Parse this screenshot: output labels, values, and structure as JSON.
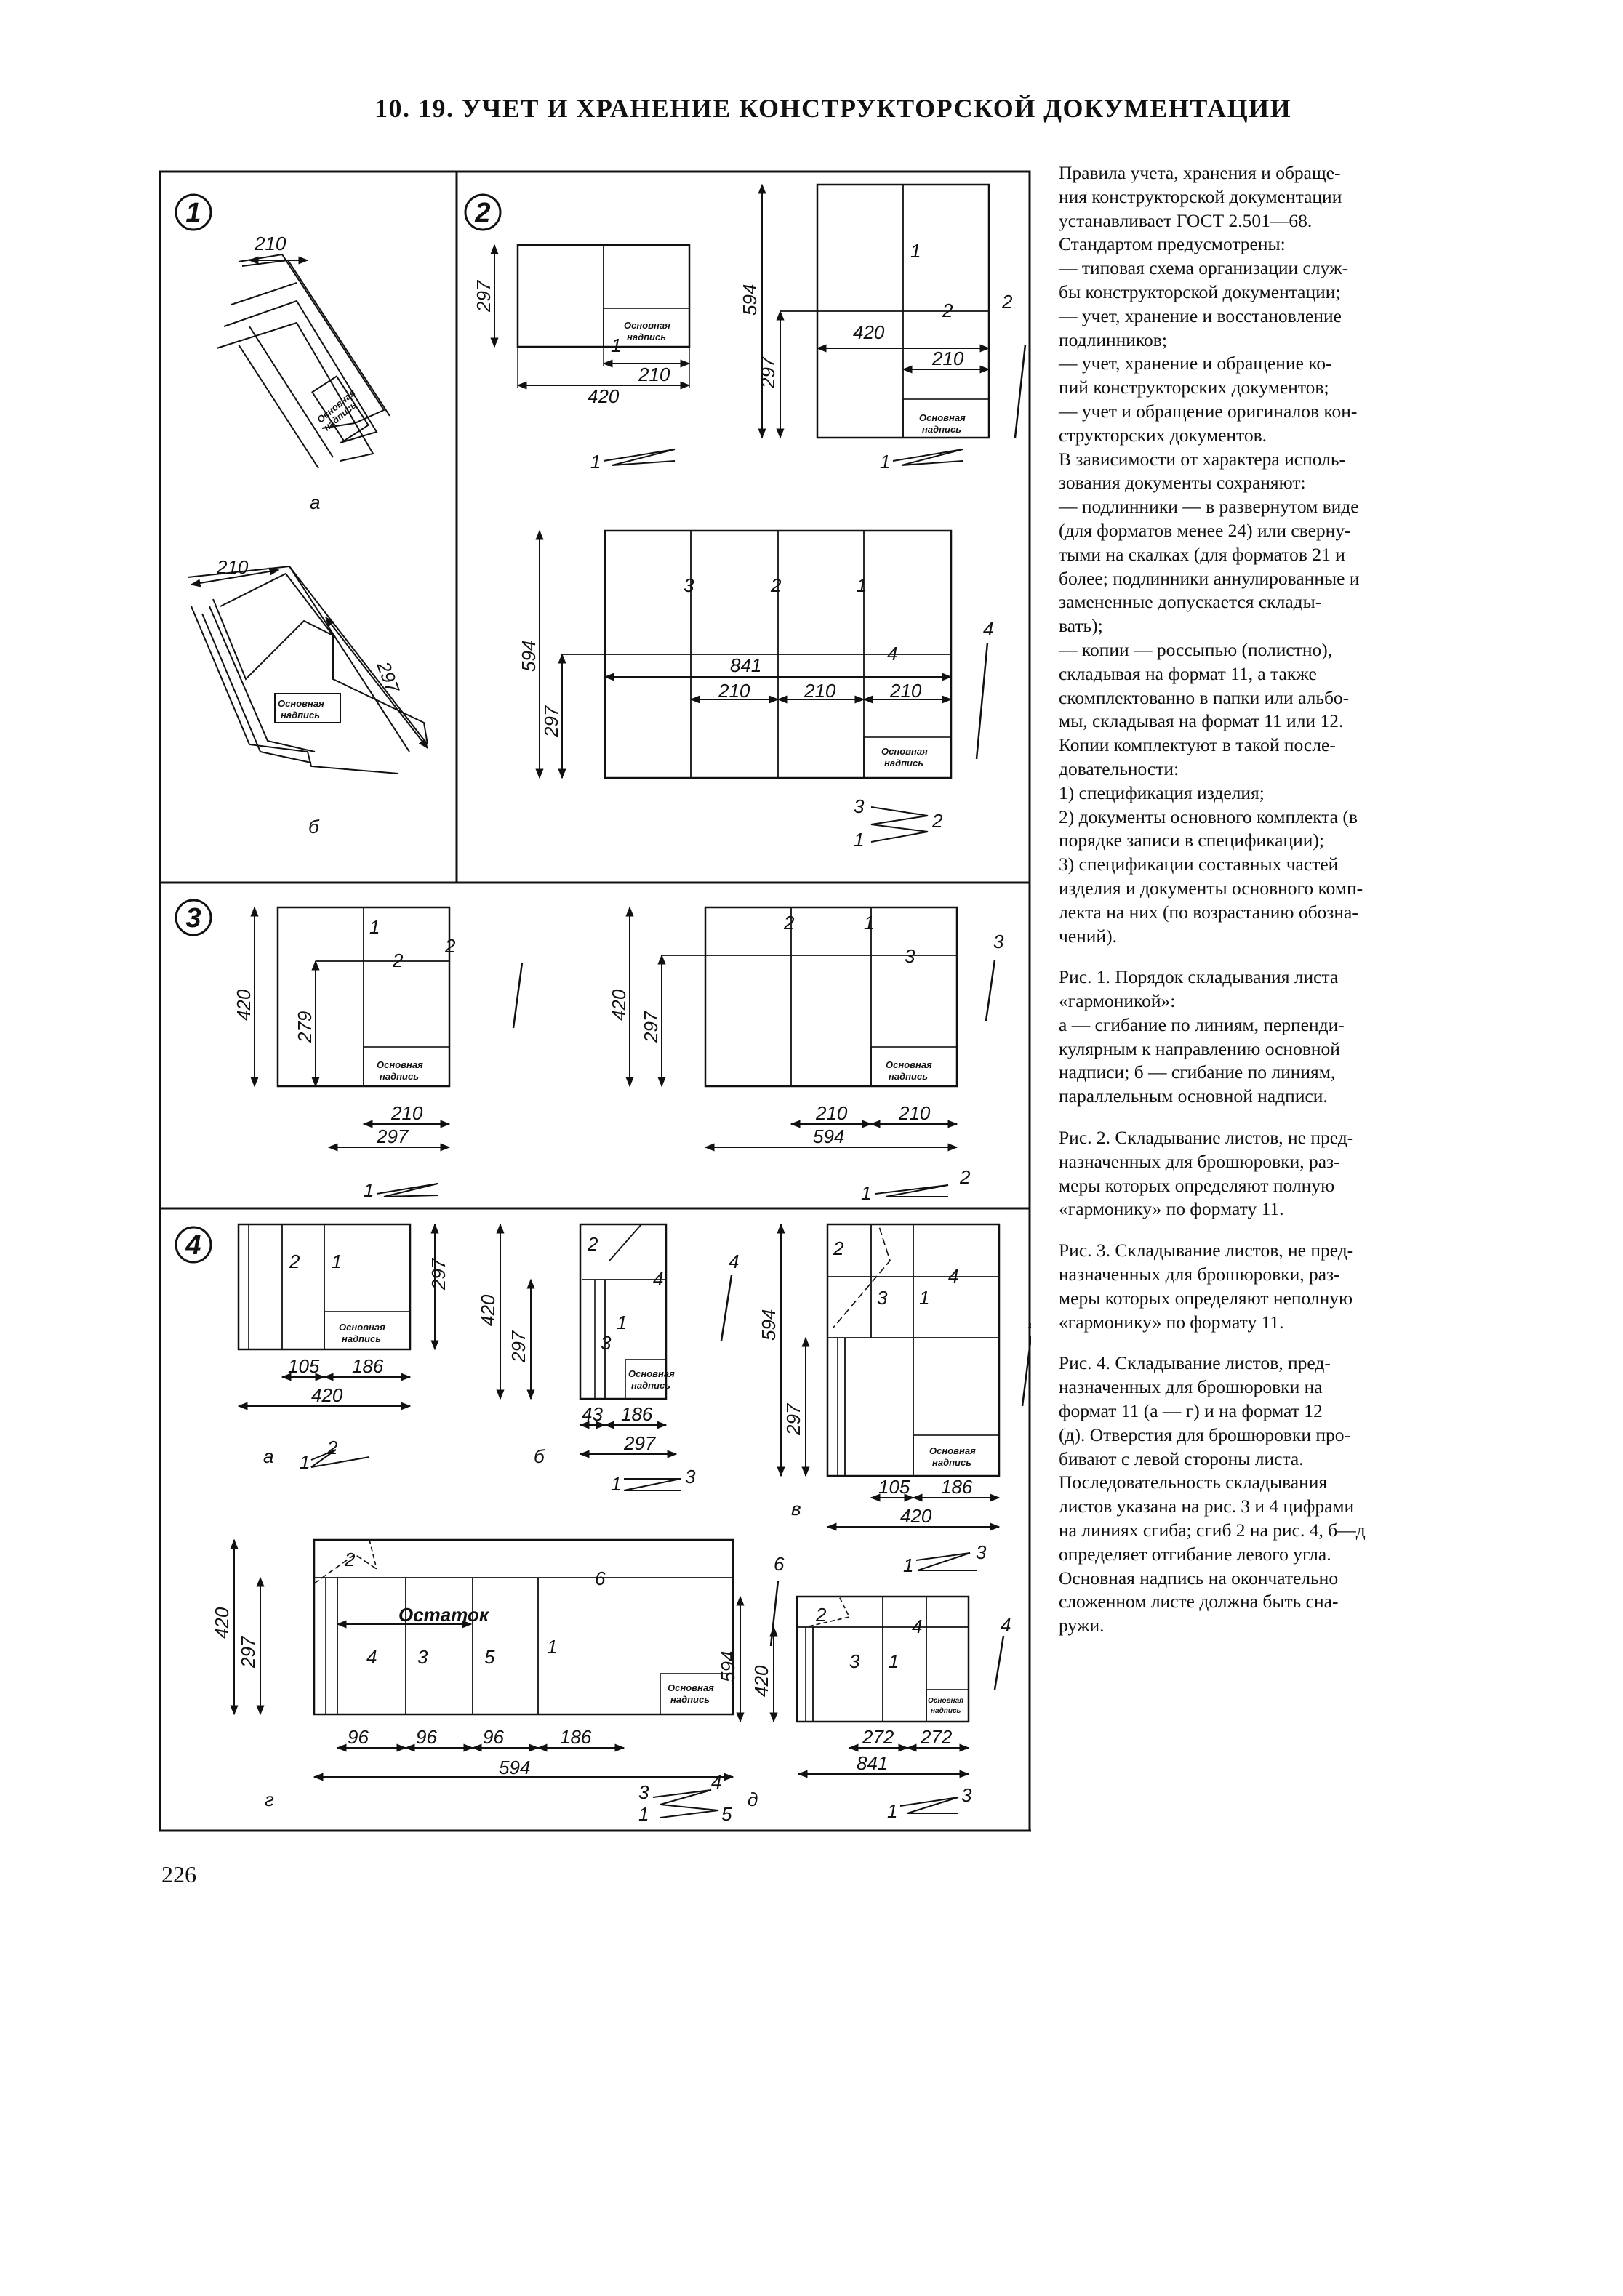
{
  "header": {
    "title": "10. 19. УЧЕТ И ХРАНЕНИЕ КОНСТРУКТОРСКОЙ ДОКУМЕНТАЦИИ"
  },
  "figures": {
    "stamp_line1": "Основная",
    "stamp_line2": "надпись",
    "remainder": "Остаток",
    "fig1": {
      "num": "1",
      "sub_a": "а",
      "sub_b": "б",
      "dim_a": "210",
      "dim_b_top": "210",
      "dim_b_side": "297"
    },
    "fig2": {
      "num": "2",
      "a": {
        "h": "297",
        "w1": "210",
        "w2": "420",
        "fold": "1"
      },
      "b": {
        "h1": "594",
        "h2": "297",
        "w1": "420",
        "w2": "210",
        "f1": "1",
        "f2": "2"
      },
      "c": {
        "h1": "594",
        "h2": "297",
        "w": "841",
        "w1": "210",
        "w2": "210",
        "w3": "210",
        "f1": "1",
        "f2": "2",
        "f3": "3",
        "f4": "4"
      }
    },
    "fig3": {
      "num": "3",
      "a": {
        "h1": "420",
        "h2": "279",
        "w1": "210",
        "w2": "297",
        "f1": "1",
        "f2": "2"
      },
      "b": {
        "h1": "420",
        "h2": "297",
        "w1": "210",
        "w2": "210",
        "w3": "594",
        "f1": "1",
        "f2": "2",
        "f3": "3"
      }
    },
    "fig4": {
      "num": "4",
      "a": {
        "label": "а",
        "h": "297",
        "w1": "105",
        "w2": "186",
        "w3": "420",
        "f1": "1",
        "f2": "2"
      },
      "b": {
        "label": "б",
        "h1": "420",
        "h2": "297",
        "w1": "43",
        "w2": "186",
        "w3": "297",
        "f1": "1",
        "f2": "2",
        "f3": "3",
        "f4": "4"
      },
      "v": {
        "label": "в",
        "h1": "594",
        "h2": "297",
        "w1": "105",
        "w2": "186",
        "w3": "420",
        "f1": "1",
        "f2": "2",
        "f3": "3",
        "f4": "4"
      },
      "g": {
        "label": "г",
        "h1": "420",
        "h2": "297",
        "w1": "96",
        "w2": "96",
        "w3": "96",
        "w4": "186",
        "w5": "594",
        "f1": "1",
        "f2": "2",
        "f3": "3",
        "f4": "4",
        "f5": "5",
        "f6": "6"
      },
      "d": {
        "label": "д",
        "h1": "594",
        "h2": "420",
        "w1": "272",
        "w2": "272",
        "w3": "841",
        "f1": "1",
        "f2": "2",
        "f3": "3",
        "f4": "4"
      }
    }
  },
  "text": {
    "lines": [
      "Правила учета, хранения и обраще-",
      "ния конструкторской документации",
      "устанавливает ГОСТ 2.501—68.",
      "Стандартом предусмотрены:",
      "— типовая схема организации служ-",
      "бы конструкторской документации;",
      "— учет, хранение и восстановление",
      "подлинников;",
      "— учет, хранение и обращение ко-",
      "пий конструкторских документов;",
      "— учет и обращение оригиналов кон-",
      "структорских документов.",
      "В зависимости от характера исполь-",
      "зования документы сохраняют:",
      "— подлинники — в развернутом виде",
      "(для форматов менее 24) или сверну-",
      "тыми на скалках (для форматов 21 и",
      "более; подлинники аннулированные и",
      "замененные допускается склады-",
      "вать);",
      "— копии — россыпью (полистно),",
      "складывая на формат 11, а также",
      "скомплектованно в папки или альбо-",
      "мы, складывая на формат 11 или 12.",
      "Копии комплектуют в такой после-",
      "довательности:",
      "1) спецификация изделия;",
      "2) документы основного комплекта (в",
      "порядке записи в спецификации);",
      "3) спецификации составных частей",
      "изделия и документы основного комп-",
      "лекта на них (по возрастанию обозна-",
      "чений)."
    ],
    "cap1": [
      "Рис. 1. Порядок складывания листа",
      "«гармоникой»:",
      "а — сгибание по линиям, перпенди-",
      "кулярным к направлению основной",
      "надписи; б — сгибание по линиям,",
      "параллельным основной надписи."
    ],
    "cap2": [
      "Рис. 2. Складывание листов, не пред-",
      "назначенных для брошюровки, раз-",
      "меры которых определяют полную",
      "«гармонику» по формату 11."
    ],
    "cap3": [
      "Рис. 3. Складывание листов, не пред-",
      "назначенных для брошюровки, раз-",
      "меры которых определяют неполную",
      "«гармонику» по формату 11."
    ],
    "cap4": [
      "Рис. 4. Складывание листов, пред-",
      "назначенных для брошюровки на",
      "формат 11 (а — г) и на формат 12",
      "(д). Отверстия для брошюровки про-",
      "бивают с левой стороны листа.",
      "Последовательность складывания",
      "листов указана на рис. 3 и 4 цифрами",
      "на линиях сгиба; сгиб 2 на рис. 4, б—д",
      "определяет отгибание левого угла.",
      "Основная надпись на окончательно",
      "сложенном листе должна быть сна-",
      "ружи."
    ]
  },
  "page_number": "226"
}
